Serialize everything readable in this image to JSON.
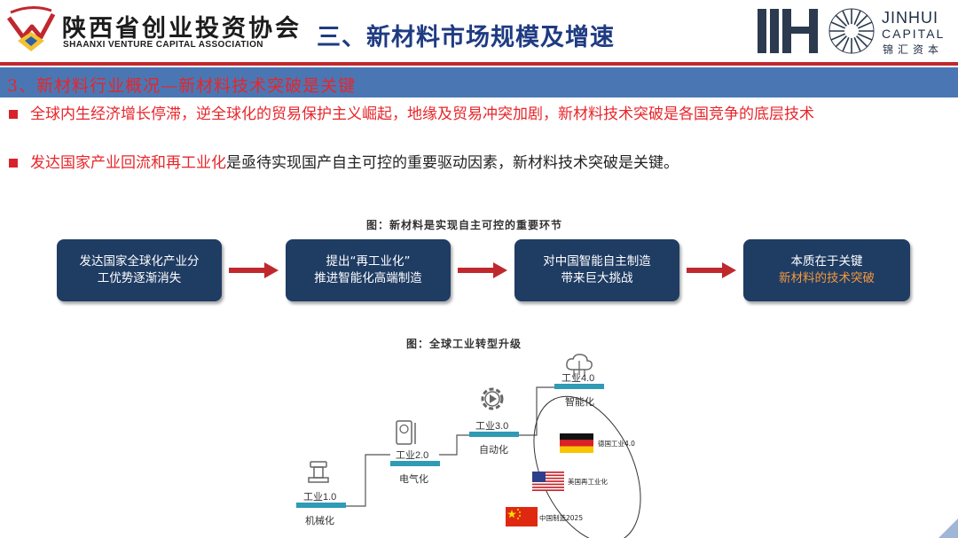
{
  "header": {
    "org_name_cn": "陕西省创业投资协会",
    "org_name_en": "SHAANXI VENTURE CAPITAL ASSOCIATION",
    "title": "三、新材料市场规模及增速",
    "brand_en_1": "JINHUI",
    "brand_en_2": "CAPITAL",
    "brand_cn": "锦汇资本"
  },
  "section": {
    "heading": "3、新材料行业概况—新材料技术突破是关键"
  },
  "bullets": [
    {
      "red": "全球内生经济增长停滞，逆全球化的贸易保护主义崛起，地缘及贸易冲突加剧，新材料技术突破是各国竞争的底层技术",
      "dark": ""
    },
    {
      "red": "发达国家产业回流和再工业化",
      "dark": "是亟待实现国产自主可控的重要驱动因素，新材料技术突破是关键。"
    }
  ],
  "figure1": {
    "title": "图：新材料是实现自主可控的重要环节",
    "boxes": [
      {
        "line1": "发达国家全球化产业分",
        "line2": "工优势逐渐消失"
      },
      {
        "line1": "提出“再工业化”",
        "line2": "推进智能化高端制造"
      },
      {
        "line1": "对中国智能自主制造",
        "line2": "带来巨大挑战"
      },
      {
        "line1": "本质在于关键",
        "line2": "新材料的技术突破"
      }
    ]
  },
  "figure2": {
    "title": "图：全球工业转型升级",
    "steps": [
      {
        "label": "工业1.0",
        "name": "机械化"
      },
      {
        "label": "工业2.0",
        "name": "电气化"
      },
      {
        "label": "工业3.0",
        "name": "自动化"
      },
      {
        "label": "工业4.0",
        "name": "智能化"
      }
    ],
    "flags": [
      {
        "label": "德国工业4.0"
      },
      {
        "label": "美国再工业化"
      },
      {
        "label": "中国制造2025"
      }
    ]
  },
  "colors": {
    "title_blue": "#1f3b82",
    "accent_red": "#e8252a",
    "section_bar": "#4a77b4",
    "box_navy": "#1f3c63",
    "box_highlight": "#f39a3d",
    "step_teal": "#2f9bb5"
  }
}
